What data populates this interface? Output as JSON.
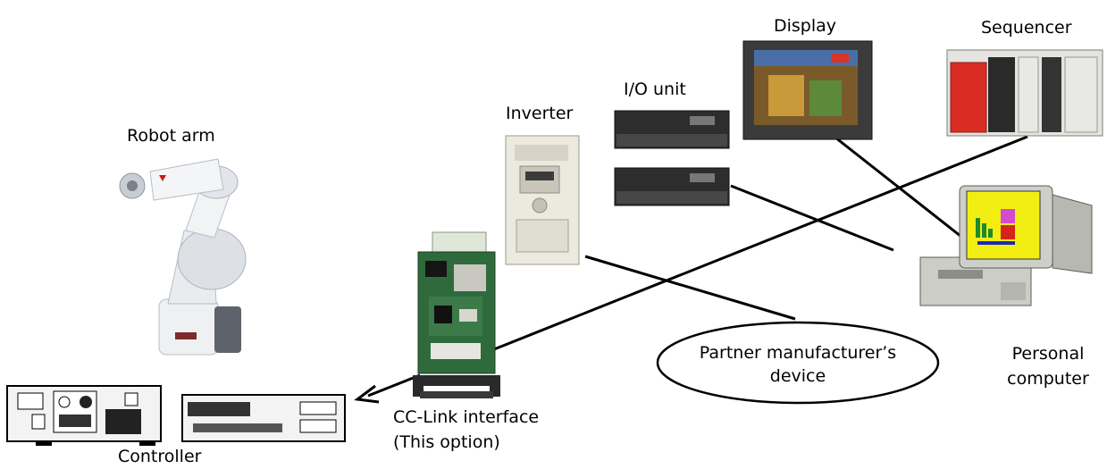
{
  "labels": {
    "robot_arm": "Robot arm",
    "controller": "Controller",
    "inverter": "Inverter",
    "io_unit": "I/O unit",
    "display": "Display",
    "sequencer": "Sequencer",
    "personal_computer_line1": "Personal",
    "personal_computer_line2": "computer",
    "cclink_line1": "CC-Link interface",
    "cclink_line2": "(This option)",
    "partner_line1": "Partner manufacturer’s",
    "partner_line2": "device"
  }
}
